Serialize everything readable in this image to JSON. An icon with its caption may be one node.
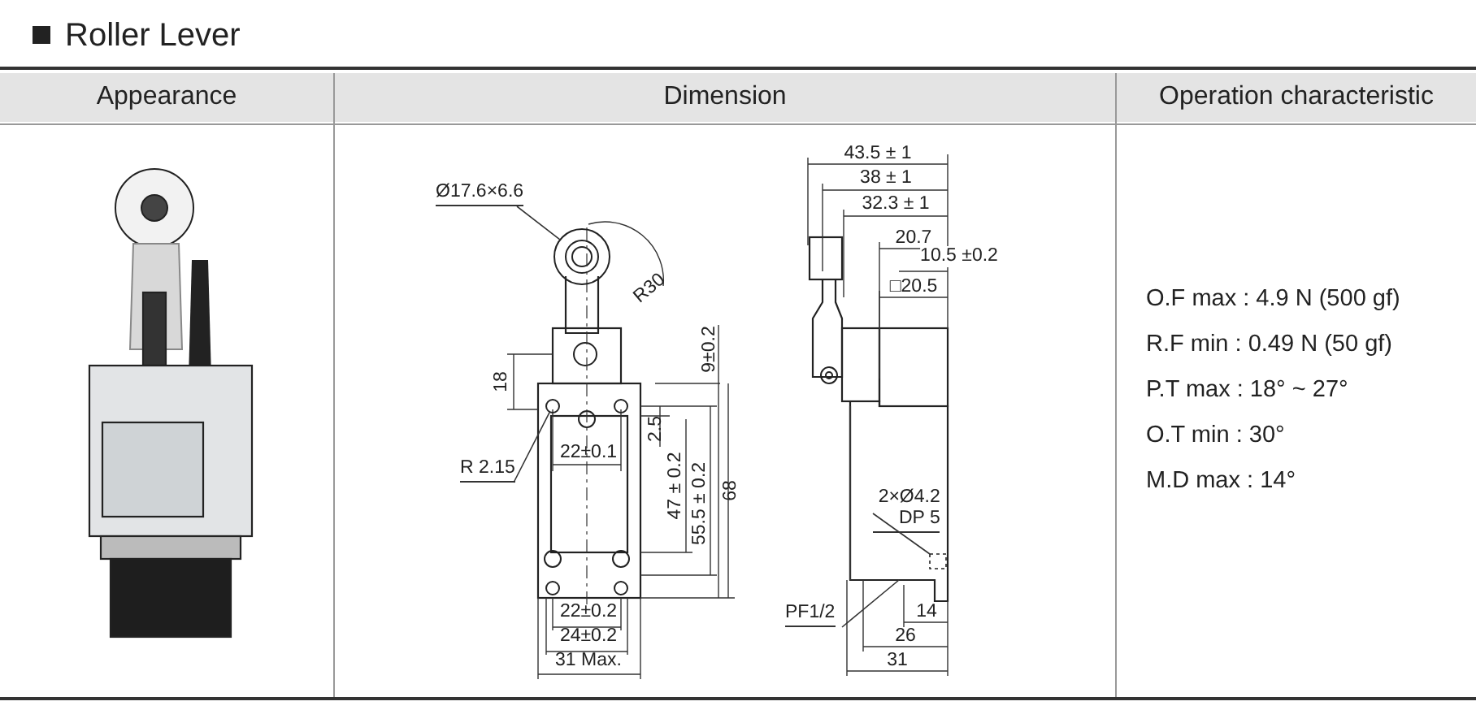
{
  "diagram": {
    "title": "Roller Lever",
    "nodes": [
      {
        "text": [
          "Ø17.6×6.6"
        ]
      },
      {
        "text": [
          "R 2.15"
        ]
      },
      {
        "text": [
          "2×Ø4.2",
          "DP 5"
        ]
      },
      {
        "text": [
          "PF1/2"
        ]
      },
      {
        "text": [],
        "shape": "circle"
      },
      {
        "text": [],
        "shape": "circle"
      },
      {
        "text": [],
        "shape": "box"
      }
    ],
    "edges": [
      {
        "from": 0,
        "to": 4,
        "arrow": "none"
      },
      {
        "from": 1,
        "to": 5,
        "arrow": "none"
      },
      {
        "from": 2,
        "to": 6,
        "arrow": "none"
      },
      {
        "from": 3,
        "to": null,
        "arrow": "none"
      }
    ],
    "labels": [
      "Appearance",
      "Dimension",
      "Operation characteristic",
      "R30",
      "18",
      "9±0.2",
      "2.5",
      "22±0.1",
      "47 ± 0.2",
      "55.5 ± 0.2",
      "68",
      "22±0.2",
      "24±0.2",
      "31 Max.",
      "43.5 ± 1",
      "38 ± 1",
      "32.3 ± 1",
      "20.7",
      "10.5 ±0.2",
      "□20.5",
      "14",
      "26",
      "31",
      "O.F max : 4.9 N (500 gf)",
      "R.F min : 0.49 N (50 gf)",
      "P.T max : 18° ~ 27°",
      "O.T min : 30°",
      "M.D max : 14°"
    ]
  }
}
